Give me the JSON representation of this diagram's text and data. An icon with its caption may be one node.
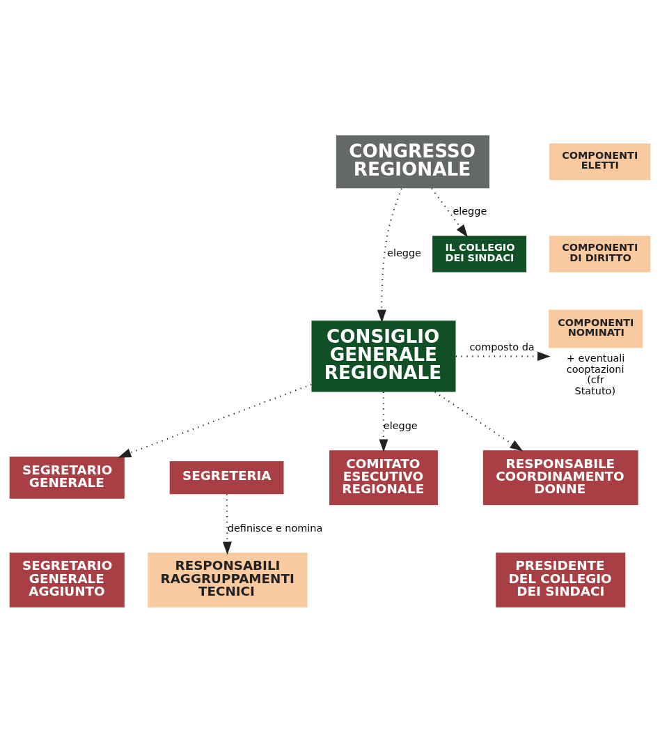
{
  "diagram": {
    "nodes": [
      {
        "text": [
          "CONGRESSO REGIONALE"
        ]
      },
      {
        "text": [
          "IL COLLEGIO DEI SINDACI"
        ]
      },
      {
        "text": [
          "CONSIGLIO GENERALE REGIONALE"
        ]
      },
      {
        "text": [
          "COMPONENTI ELETTI"
        ]
      },
      {
        "text": [
          "COMPONENTI DI DIRITTO"
        ]
      },
      {
        "text": [
          "COMPONENTI NOMINATI"
        ],
        "beside": [
          "+ eventuali cooptazioni (cfr Statuto)"
        ]
      },
      {
        "text": [
          "SEGRETARIO GENERALE"
        ]
      },
      {
        "text": [
          "SEGRETARIO GENERALE AGGIUNTO"
        ]
      },
      {
        "text": [
          "SEGRETERIA"
        ]
      },
      {
        "text": [
          "COMITATO ESECUTIVO REGIONALE"
        ]
      },
      {
        "text": [
          "RESPONSABILE COORDINAMENTO DONNE"
        ]
      },
      {
        "text": [
          "PRESIDENTE DEL COLLEGIO DEI SINDACI"
        ]
      },
      {
        "text": [
          "RESPONSABILI RAGGRUPPAMENTI TECNICI"
        ]
      }
    ],
    "edges": [
      {
        "from": 0,
        "to": 1,
        "arrow": "to",
        "label": "elegge"
      },
      {
        "from": 0,
        "to": 2,
        "arrow": "to",
        "label": "elegge"
      },
      {
        "from": 2,
        "to": 5,
        "arrow": "to",
        "label": "composto da"
      },
      {
        "from": 2,
        "to": 6,
        "arrow": "to"
      },
      {
        "from": 2,
        "to": 9,
        "arrow": "to",
        "label": "elegge"
      },
      {
        "from": 2,
        "to": 10,
        "arrow": "to"
      },
      {
        "from": 8,
        "to": 12,
        "arrow": "to",
        "label": "definisce e nomina"
      }
    ]
  }
}
